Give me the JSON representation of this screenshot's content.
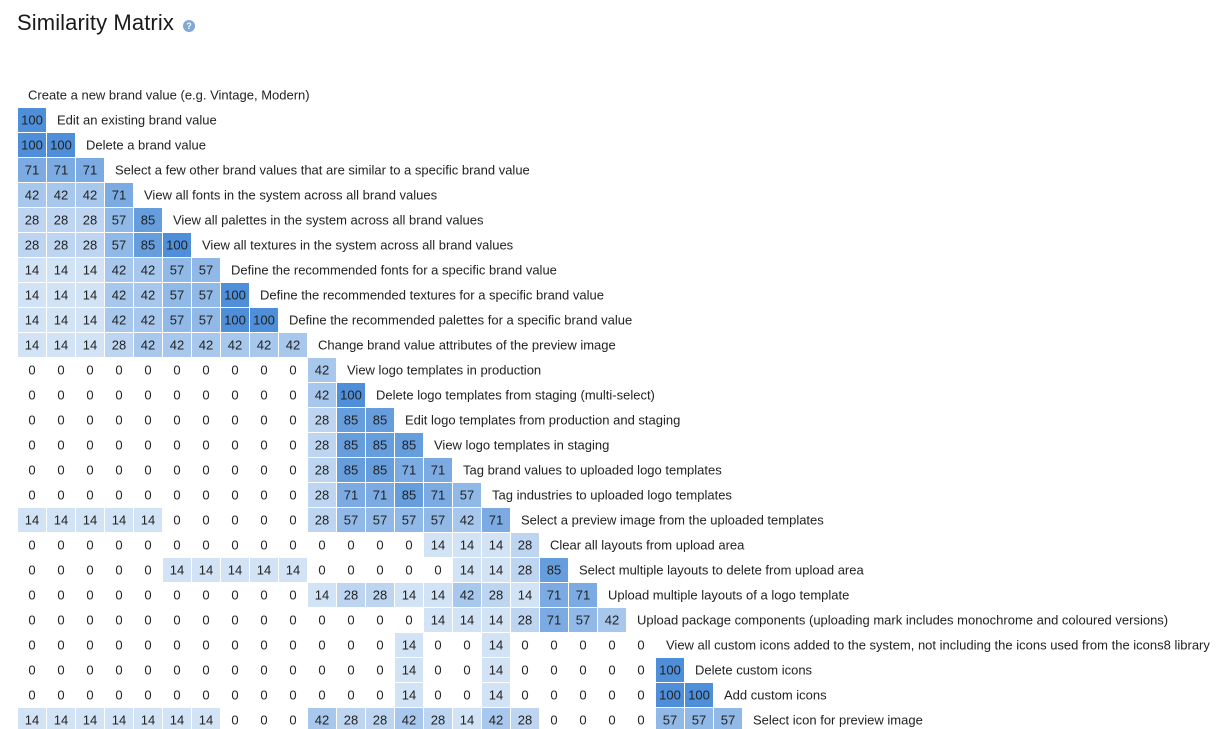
{
  "page": {
    "title": "Similarity Matrix",
    "help_icon": "?"
  },
  "chart_data": {
    "type": "heatmap",
    "title": "Similarity Matrix",
    "scale": [
      0,
      100
    ],
    "colors": {
      "empty": "#ffffff",
      "low": "#e8f1fb",
      "high": "#4f8ed8"
    },
    "rows": [
      {
        "label": "Create a new brand value (e.g. Vintage, Modern)",
        "values": []
      },
      {
        "label": "Edit an existing brand value",
        "values": [
          100
        ]
      },
      {
        "label": "Delete a brand value",
        "values": [
          100,
          100
        ]
      },
      {
        "label": "Select a few other brand values that are similar to a specific brand value",
        "values": [
          71,
          71,
          71
        ]
      },
      {
        "label": "View all fonts in the system across all brand values",
        "values": [
          42,
          42,
          42,
          71
        ]
      },
      {
        "label": "View all palettes in the system across all brand values",
        "values": [
          28,
          28,
          28,
          57,
          85
        ]
      },
      {
        "label": "View all textures in the system across all brand values",
        "values": [
          28,
          28,
          28,
          57,
          85,
          100
        ]
      },
      {
        "label": "Define the recommended fonts for a specific brand value",
        "values": [
          14,
          14,
          14,
          42,
          42,
          57,
          57
        ]
      },
      {
        "label": "Define the recommended textures for a specific brand value",
        "values": [
          14,
          14,
          14,
          42,
          42,
          57,
          57,
          100
        ]
      },
      {
        "label": "Define the recommended palettes for a specific brand value",
        "values": [
          14,
          14,
          14,
          42,
          42,
          57,
          57,
          100,
          100
        ]
      },
      {
        "label": "Change brand value attributes of the preview image",
        "values": [
          14,
          14,
          14,
          28,
          42,
          42,
          42,
          42,
          42,
          42
        ]
      },
      {
        "label": "View logo templates in production",
        "values": [
          0,
          0,
          0,
          0,
          0,
          0,
          0,
          0,
          0,
          0,
          42
        ]
      },
      {
        "label": "Delete logo templates from staging (multi-select)",
        "values": [
          0,
          0,
          0,
          0,
          0,
          0,
          0,
          0,
          0,
          0,
          42,
          100
        ]
      },
      {
        "label": "Edit logo templates from production and staging",
        "values": [
          0,
          0,
          0,
          0,
          0,
          0,
          0,
          0,
          0,
          0,
          28,
          85,
          85
        ]
      },
      {
        "label": "View logo templates in staging",
        "values": [
          0,
          0,
          0,
          0,
          0,
          0,
          0,
          0,
          0,
          0,
          28,
          85,
          85,
          85
        ]
      },
      {
        "label": "Tag brand values to uploaded logo templates",
        "values": [
          0,
          0,
          0,
          0,
          0,
          0,
          0,
          0,
          0,
          0,
          28,
          85,
          85,
          71,
          71
        ]
      },
      {
        "label": "Tag industries to uploaded logo templates",
        "values": [
          0,
          0,
          0,
          0,
          0,
          0,
          0,
          0,
          0,
          0,
          28,
          71,
          71,
          85,
          71,
          57
        ]
      },
      {
        "label": "Select a preview image from the uploaded templates",
        "values": [
          14,
          14,
          14,
          14,
          14,
          0,
          0,
          0,
          0,
          0,
          28,
          57,
          57,
          57,
          57,
          42,
          71
        ]
      },
      {
        "label": "Clear all layouts from upload area",
        "values": [
          0,
          0,
          0,
          0,
          0,
          0,
          0,
          0,
          0,
          0,
          0,
          0,
          0,
          0,
          14,
          14,
          14,
          28
        ]
      },
      {
        "label": "Select multiple layouts to delete from upload area",
        "values": [
          0,
          0,
          0,
          0,
          0,
          14,
          14,
          14,
          14,
          14,
          0,
          0,
          0,
          0,
          0,
          14,
          14,
          28,
          85
        ]
      },
      {
        "label": "Upload multiple layouts of a logo template",
        "values": [
          0,
          0,
          0,
          0,
          0,
          0,
          0,
          0,
          0,
          0,
          14,
          28,
          28,
          14,
          14,
          42,
          28,
          14,
          71,
          71
        ]
      },
      {
        "label": "Upload package components (uploading mark includes monochrome and coloured versions)",
        "values": [
          0,
          0,
          0,
          0,
          0,
          0,
          0,
          0,
          0,
          0,
          0,
          0,
          0,
          0,
          14,
          14,
          14,
          28,
          71,
          57,
          42
        ]
      },
      {
        "label": "View all custom icons added to the system, not including the icons used from the icons8 library",
        "values": [
          0,
          0,
          0,
          0,
          0,
          0,
          0,
          0,
          0,
          0,
          0,
          0,
          0,
          14,
          0,
          0,
          14,
          0,
          0,
          0,
          0,
          0
        ]
      },
      {
        "label": "Delete custom icons",
        "values": [
          0,
          0,
          0,
          0,
          0,
          0,
          0,
          0,
          0,
          0,
          0,
          0,
          0,
          14,
          0,
          0,
          14,
          0,
          0,
          0,
          0,
          0,
          100
        ]
      },
      {
        "label": "Add custom icons",
        "values": [
          0,
          0,
          0,
          0,
          0,
          0,
          0,
          0,
          0,
          0,
          0,
          0,
          0,
          14,
          0,
          0,
          14,
          0,
          0,
          0,
          0,
          0,
          100,
          100
        ]
      },
      {
        "label": "Select icon for preview image",
        "values": [
          14,
          14,
          14,
          14,
          14,
          14,
          14,
          0,
          0,
          0,
          42,
          28,
          28,
          42,
          28,
          14,
          42,
          28,
          0,
          0,
          0,
          0,
          57,
          57,
          57
        ]
      }
    ]
  }
}
